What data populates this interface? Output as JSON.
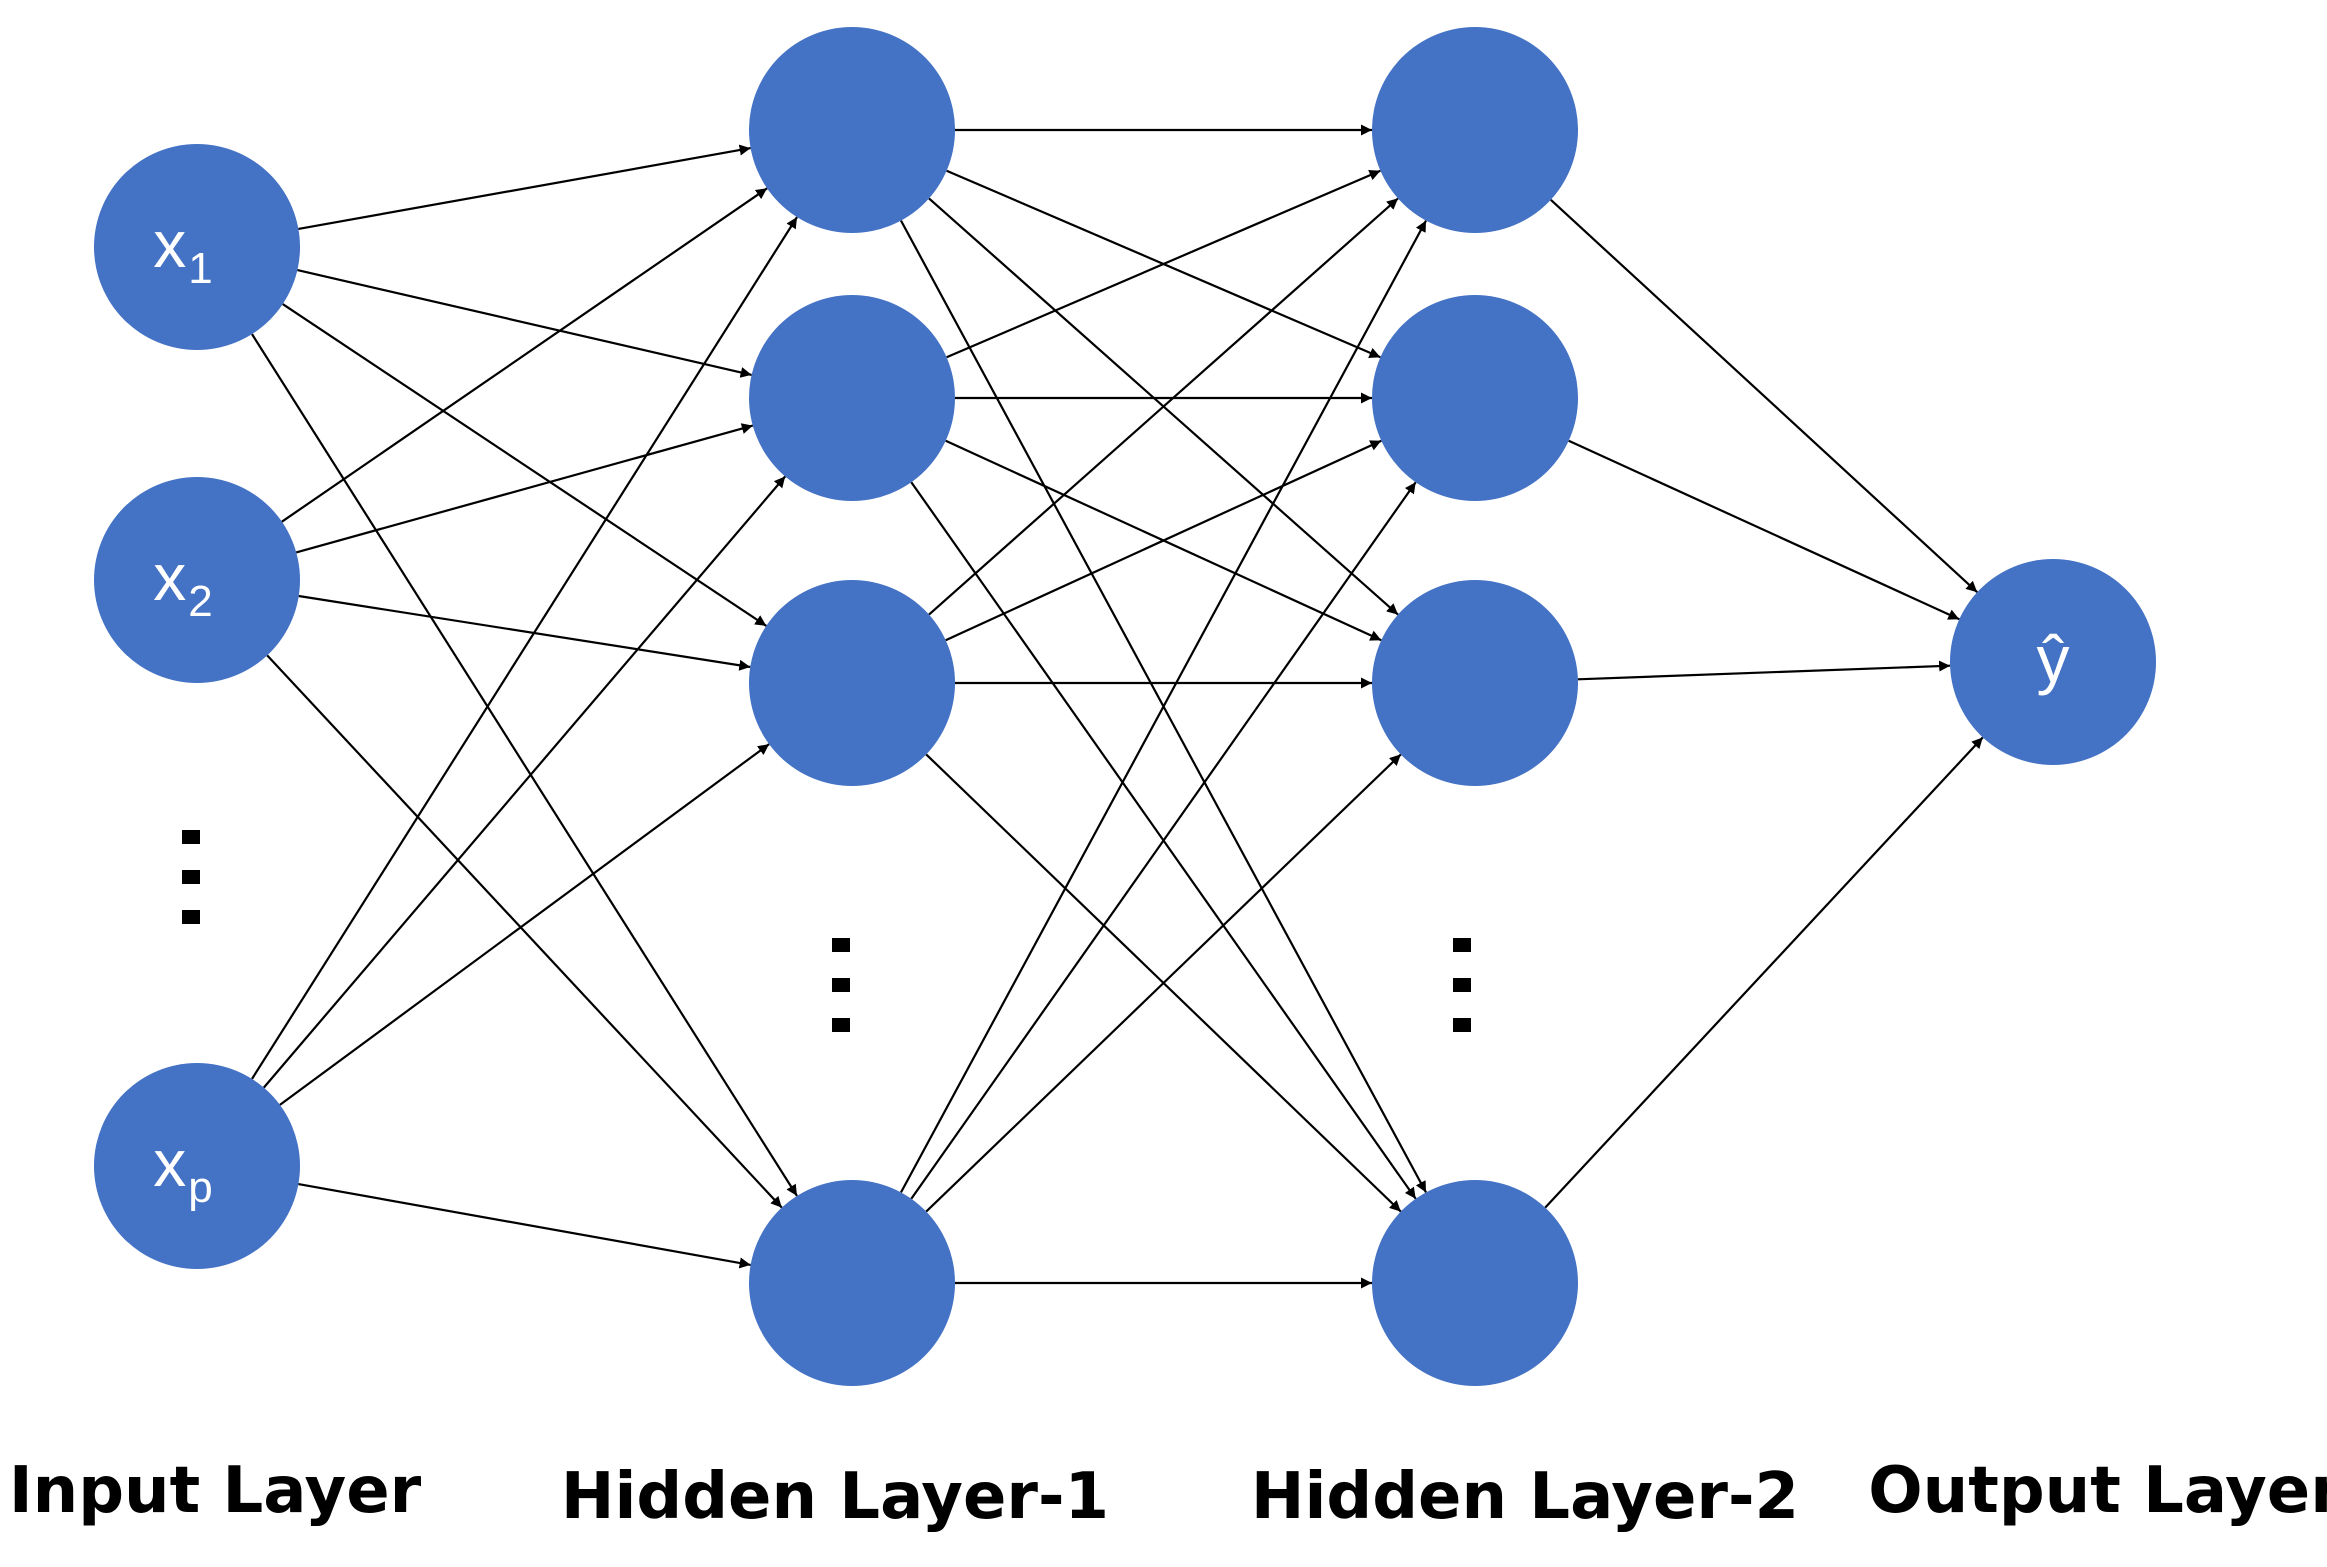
{
  "diagram": {
    "layers": [
      {
        "id": "input",
        "label": "Input Layer",
        "nodes": [
          {
            "base": "x",
            "sub": "1"
          },
          {
            "base": "x",
            "sub": "2"
          },
          {
            "base": "x",
            "sub": "p"
          }
        ]
      },
      {
        "id": "hidden1",
        "label": "Hidden Layer-1",
        "nodes": [
          {},
          {},
          {},
          {}
        ]
      },
      {
        "id": "hidden2",
        "label": "Hidden Layer-2",
        "nodes": [
          {},
          {},
          {},
          {}
        ]
      },
      {
        "id": "output",
        "label": "Output Layer",
        "nodes": [
          {
            "base": "ŷ",
            "sub": ""
          }
        ]
      }
    ],
    "colors": {
      "node": "#4472C4",
      "edge": "#000000",
      "node_text": "#ffffff"
    }
  }
}
